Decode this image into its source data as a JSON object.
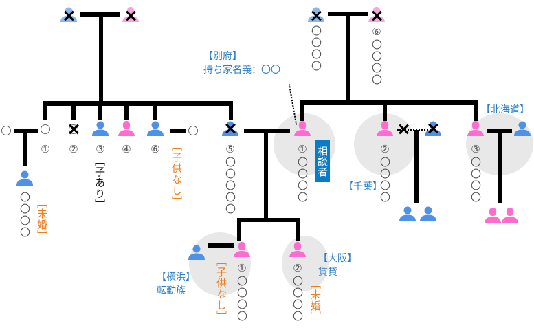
{
  "colors": {
    "male": "#4f91e6",
    "female": "#ff6ccf",
    "note": "#2a7fc4",
    "caption": "#ef7d1a",
    "badge": "#0a7cc6"
  },
  "notes": {
    "beppu": [
      "【別府】",
      "持ち家名義：〇〇"
    ],
    "hokkaido": "【北海道】",
    "chiba": "【千葉】",
    "yokohama": [
      "【横浜】",
      "転勤族"
    ],
    "osaka": [
      "【大阪】",
      "賃貸"
    ]
  },
  "badge": "相談者",
  "captions": {
    "child3": "［子あり］",
    "child6": "［子供なし］",
    "nephew": "［未婚］",
    "daughter1": "［子供なし］",
    "daughter2": "［未婚］"
  },
  "columns": {
    "gp_right_male": "〇〇〇〇",
    "gp_right_female": "⑥〇〇〇〇",
    "child1": "①",
    "child2": "②",
    "child3": "③",
    "child4": "④",
    "child6": "⑥",
    "child5": "⑤〇〇〇〇〇",
    "nephew": "〇〇〇〇",
    "consultant": "①〇〇〇〇",
    "sister2": "②〇〇〇〇",
    "sister3": "③〇〇〇〇",
    "daughter1": "①〇〇〇〇",
    "daughter2": "②〇〇〇〇"
  }
}
